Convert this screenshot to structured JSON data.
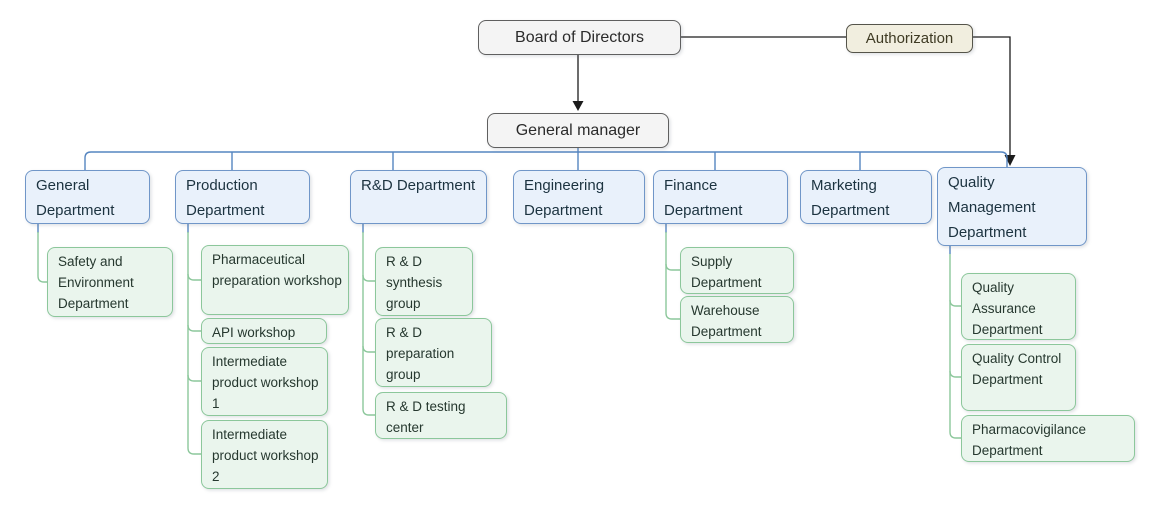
{
  "org": {
    "board": "Board of Directors",
    "authorization": "Authorization",
    "general_manager": "General manager",
    "departments": [
      {
        "name": "General Department",
        "children": [
          "Safety and Environment Department"
        ]
      },
      {
        "name": "Production Department",
        "children": [
          "Pharmaceutical preparation workshop",
          "API workshop",
          "Intermediate product workshop 1",
          "Intermediate product workshop 2"
        ]
      },
      {
        "name": "R&D Department",
        "children": [
          "R & D synthesis group",
          "R & D preparation group",
          "R & D testing center"
        ]
      },
      {
        "name": "Engineering Department",
        "children": []
      },
      {
        "name": "Finance Department",
        "children": [
          "Supply Department",
          "Warehouse Department"
        ]
      },
      {
        "name": "Marketing Department",
        "children": []
      },
      {
        "name": "Quality Management Department",
        "children": [
          "Quality Assurance Department",
          "Quality Control Department",
          "Pharmacovigilance Department"
        ]
      }
    ],
    "colors": {
      "department_fill": "#e9f1fb",
      "department_border": "#7096c8",
      "sub_department_fill": "#eaf5ed",
      "sub_department_border": "#8cc79b",
      "executive_fill": "#f4f4f4",
      "executive_border": "#5f5f5f",
      "authorization_fill": "#f1eedf",
      "authorization_border": "#55544a",
      "connector_blue": "#5585c0",
      "connector_green": "#8cc79b",
      "connector_black": "#1c1c1c"
    }
  }
}
